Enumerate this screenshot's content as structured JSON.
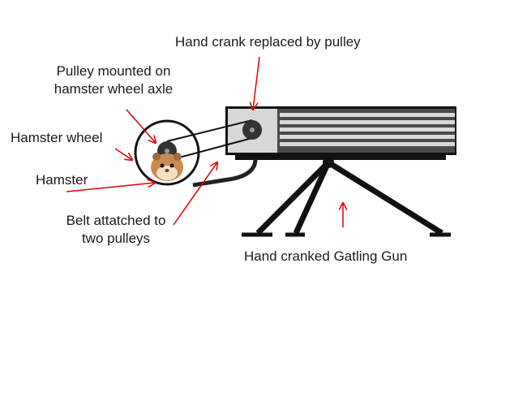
{
  "labels": {
    "hand_crank": "Hand crank replaced by pulley",
    "pulley_line1": "Pulley mounted on",
    "pulley_line2": "hamster wheel axle",
    "hamster_wheel": "Hamster wheel",
    "hamster": "Hamster",
    "belt_line1": "Belt attatched to",
    "belt_line2": "two pulleys",
    "gatling": "Hand cranked Gatling Gun"
  },
  "colors": {
    "arrow": "#e00000",
    "barrel_dark": "#4a4a4a",
    "barrel_light": "#d9d9d9",
    "housing": "#d8d8d8",
    "metal": "#111111",
    "hamster_fur": "#c98a4f"
  }
}
